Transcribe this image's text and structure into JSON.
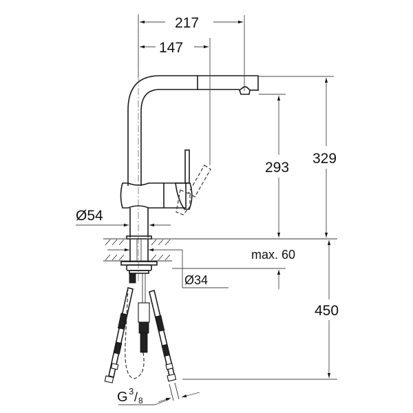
{
  "drawing": {
    "subject": "Kitchen faucet with pull-out spout — dimension drawing",
    "units": "mm",
    "line_color": "#1a1a1a",
    "background": "#ffffff"
  },
  "dimensions": {
    "spout_reach_total": "217",
    "spout_reach_outlet": "147",
    "outlet_height": "293",
    "total_height": "329",
    "base_diameter": "Ø54",
    "hole_diameter": "Ø34",
    "max_deck_thickness": "max. 60",
    "hose_length": "450",
    "connection_thread_main": "G",
    "connection_thread_num": "3",
    "connection_thread_sep": "/",
    "connection_thread_den": "8"
  },
  "components": [
    {
      "name": "spout",
      "label": "L-shaped swivel spout"
    },
    {
      "name": "aerator",
      "label": "pull-out spray head"
    },
    {
      "name": "body",
      "label": "mixer body"
    },
    {
      "name": "lever",
      "label": "single lever handle (dashed = open position)"
    },
    {
      "name": "deck",
      "label": "sink deck / worktop (hatched section)"
    },
    {
      "name": "hoses",
      "label": "flexible supply hoses and pull-out hose"
    }
  ]
}
